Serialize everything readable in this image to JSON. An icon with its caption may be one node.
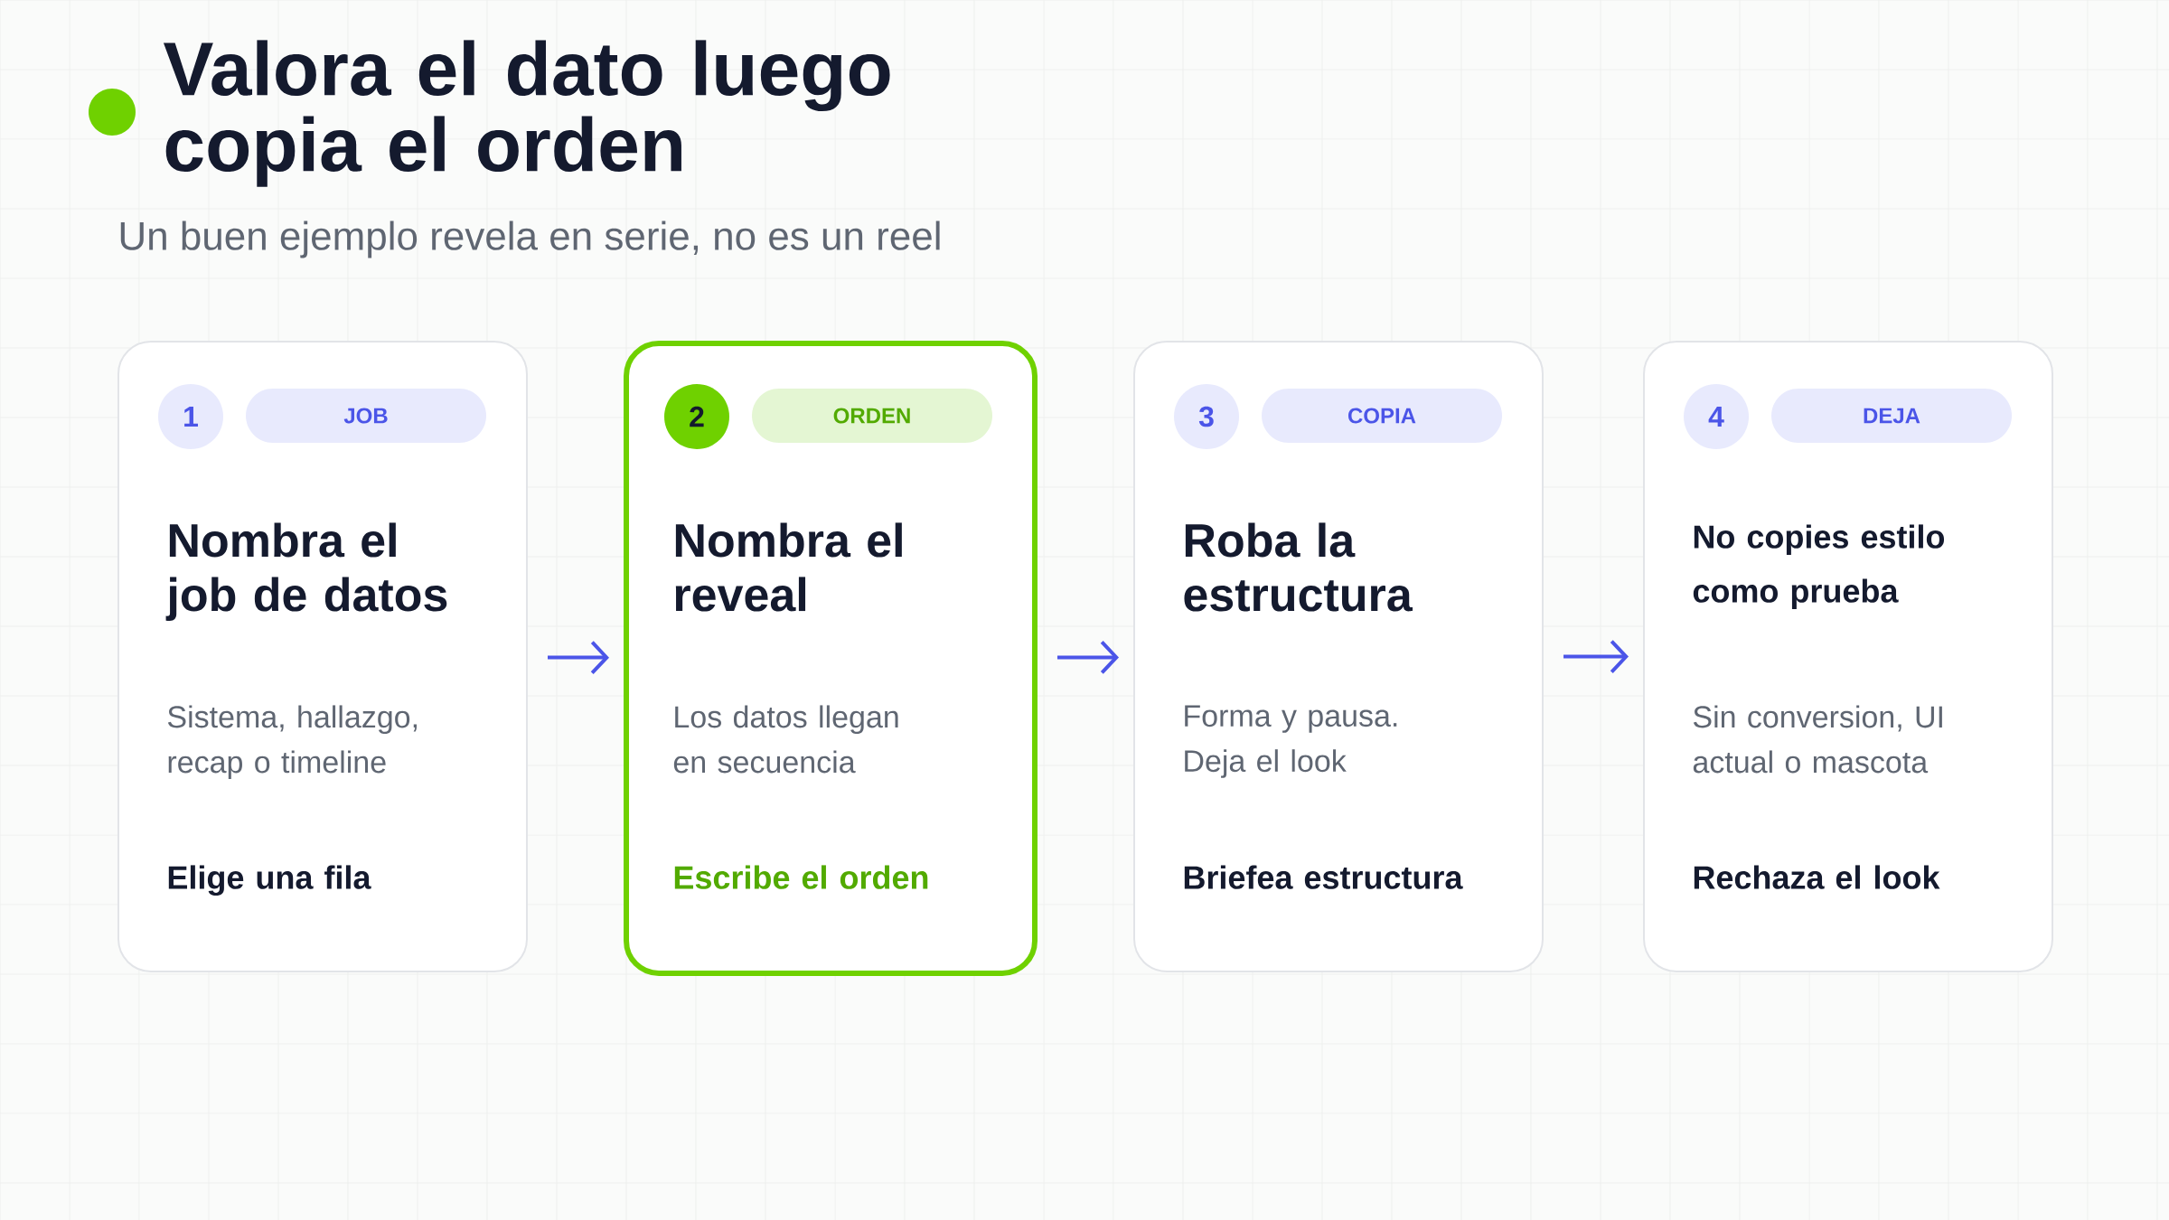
{
  "diagram": {
    "title": "Valora el dato luego copia el orden",
    "nodes": [
      {
        "text": [
          "Nombra el job de datos",
          "Sistema, hallazgo, recap o timeline",
          "Elige una fila"
        ]
      },
      {
        "text": [
          "1"
        ],
        "in": 0
      },
      {
        "text": [
          "JOB"
        ],
        "in": 0
      },
      {
        "text": [
          "Nombra el reveal",
          "Los datos llegan en secuencia",
          "Escribe el orden"
        ]
      },
      {
        "text": [
          "2"
        ],
        "in": 3
      },
      {
        "text": [
          "ORDEN"
        ],
        "in": 3
      },
      {
        "text": [
          "Roba la estructura",
          "Forma y pausa. Deja el look",
          "Briefea estructura"
        ]
      },
      {
        "text": [
          "3"
        ],
        "in": 6
      },
      {
        "text": [
          "COPIA"
        ],
        "in": 6
      },
      {
        "text": [
          "No copies estilo como prueba",
          "Sin conversion, UI actual o mascota",
          "Rechaza el look"
        ]
      },
      {
        "text": [
          "4"
        ],
        "in": 9
      },
      {
        "text": [
          "DEJA"
        ],
        "in": 9
      }
    ],
    "edges": [
      {
        "from": 0,
        "to": 3,
        "arrow": "to"
      },
      {
        "from": 3,
        "to": 6,
        "arrow": "to"
      },
      {
        "from": 6,
        "to": 9,
        "arrow": "to"
      }
    ],
    "labels": [
      "Un buen ejemplo revela en serie, no es un reel"
    ]
  }
}
